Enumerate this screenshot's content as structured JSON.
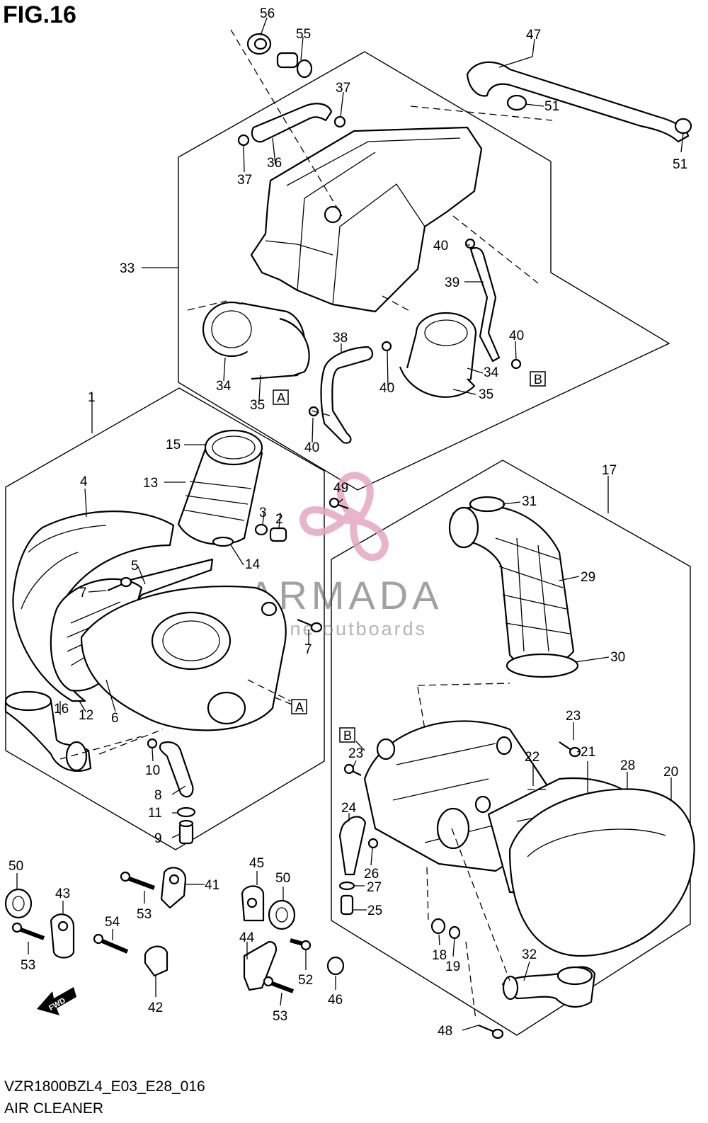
{
  "header": {
    "figure_label": "FIG.16"
  },
  "footer": {
    "code": "VZR1800BZL4_E03_E28_016",
    "title": "AIR CLEANER"
  },
  "watermark": {
    "brand": "ARMADA",
    "tagline": "marine outboards",
    "color": "#e4a7c4"
  },
  "fwd_label": "FWD",
  "ref_letters": [
    "A",
    "B"
  ],
  "callouts": {
    "c56": "56",
    "c55": "55",
    "c47": "47",
    "c37a": "37",
    "c37b": "37",
    "c36": "36",
    "c51a": "51",
    "c51b": "51",
    "c33": "33",
    "c40a": "40",
    "c39": "39",
    "c38": "38",
    "c40b": "40",
    "c40c": "40",
    "c34a": "34",
    "c34b": "34",
    "c35a": "35",
    "c35b": "35",
    "c40d": "40",
    "c1": "1",
    "c15": "15",
    "c13": "13",
    "c4": "4",
    "c49": "49",
    "c3": "3",
    "c2": "2",
    "c14": "14",
    "c5": "5",
    "c7a": "7",
    "c7b": "7",
    "c16": "16",
    "c12": "12",
    "c6": "6",
    "c10": "10",
    "c8": "8",
    "c11": "11",
    "c9": "9",
    "c17": "17",
    "c31": "31",
    "c29": "29",
    "c30": "30",
    "c23a": "23",
    "c23b": "23",
    "c21": "21",
    "c22": "22",
    "c28": "28",
    "c20": "20",
    "c24": "24",
    "c26": "26",
    "c27": "27",
    "c25": "25",
    "c18": "18",
    "c19": "19",
    "c32": "32",
    "c48": "48",
    "c50a": "50",
    "c43": "43",
    "c53a": "53",
    "c41": "41",
    "c53b": "53",
    "c54": "54",
    "c42": "42",
    "c45": "45",
    "c50b": "50",
    "c44": "44",
    "c52": "52",
    "c53c": "53",
    "c46": "46"
  }
}
